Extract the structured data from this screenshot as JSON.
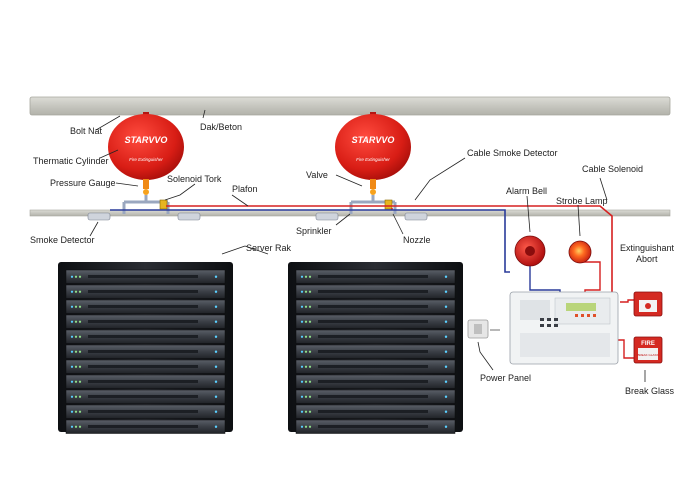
{
  "labels": {
    "bolt_nut": "Bolt Nat",
    "dak_beton": "Dak/Beton",
    "thermatic_cylinder": "Thermatic Cylinder",
    "pressure_gauge": "Pressure Gauge",
    "solenoid_tork": "Solenoid Tork",
    "plafon": "Plafon",
    "valve": "Valve",
    "cable_smoke_detector": "Cable Smoke Detector",
    "cable_solenoid": "Cable Solenoid",
    "alarm_bell": "Alarm Bell",
    "strobe_lamp": "Strobe Lamp",
    "smoke_detector": "Smoke Detector",
    "sprinkler": "Sprinkler",
    "nozzle": "Nozzle",
    "server_rak": "Server Rak",
    "extinguishant_abort_1": "Extinguishant",
    "extinguishant_abort_2": "Abort",
    "power_panel": "Power Panel",
    "break_glass": "Break Glass"
  },
  "cylinder": {
    "brand": "STARVVO",
    "caption": "Fire Extinguisher"
  },
  "break_glass_box": {
    "title": "FIRE",
    "subtitle": "BREAK GLASS"
  },
  "colors": {
    "cylinder_red": "#e0231c",
    "pipe_red": "#d62020",
    "cable_blue": "#2a3b9a",
    "ceiling_gray": "#c9c9c4",
    "rack_dark": "#1b1d22"
  },
  "server_rack": {
    "units_per_rack": 11
  }
}
